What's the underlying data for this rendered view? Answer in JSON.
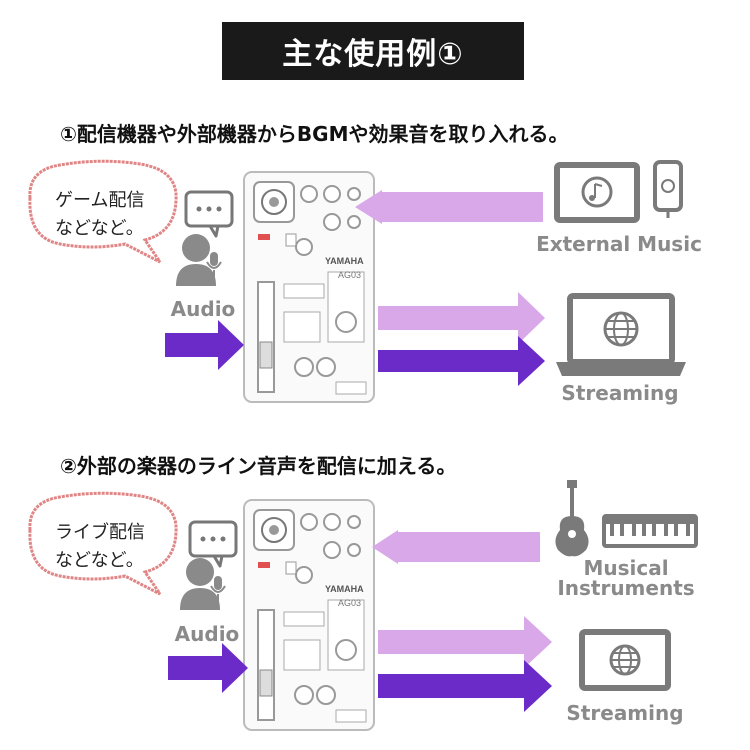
{
  "title": "主な使用例①",
  "section1": {
    "heading": "①配信機器や外部機器からBGMや効果音を取り入れる。",
    "bubble_line1": "ゲーム配信",
    "bubble_line2": "などなど。",
    "audio_label": "Audio",
    "external_label": "External Music",
    "streaming_label": "Streaming"
  },
  "section2": {
    "heading": "②外部の楽器のライン音声を配信に加える。",
    "bubble_line1": "ライブ配信",
    "bubble_line2": "などなど。",
    "audio_label": "Audio",
    "instruments_line1": "Musical",
    "instruments_line2": "Instruments",
    "streaming_label": "Streaming"
  },
  "device": {
    "brand": "YAMAHA",
    "model": "AG03"
  },
  "colors": {
    "arrow_light": "#d9a8e8",
    "arrow_dark": "#6a2bc9",
    "icon_gray": "#808080",
    "bubble_stroke": "#e08080"
  }
}
